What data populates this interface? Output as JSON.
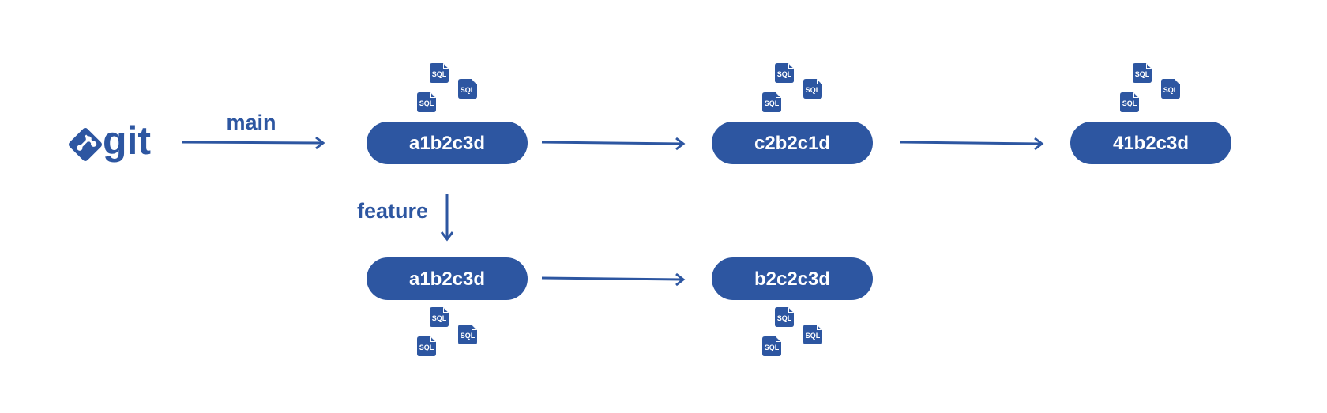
{
  "colors": {
    "primary": "#2d56a1",
    "background": "#ffffff",
    "icon_text": "#ffffff"
  },
  "logo": {
    "text": "git",
    "icon": "git-logo-icon"
  },
  "branches": {
    "main_label": "main",
    "feature_label": "feature"
  },
  "sql_icon": {
    "label": "SQL",
    "icon": "sql-file-icon"
  },
  "commits": {
    "main": [
      {
        "label": "a1b2c3d"
      },
      {
        "label": "c2b2c1d"
      },
      {
        "label": "41b2c3d"
      }
    ],
    "feature": [
      {
        "label": "a1b2c3d"
      },
      {
        "label": "b2c2c3d"
      }
    ]
  }
}
